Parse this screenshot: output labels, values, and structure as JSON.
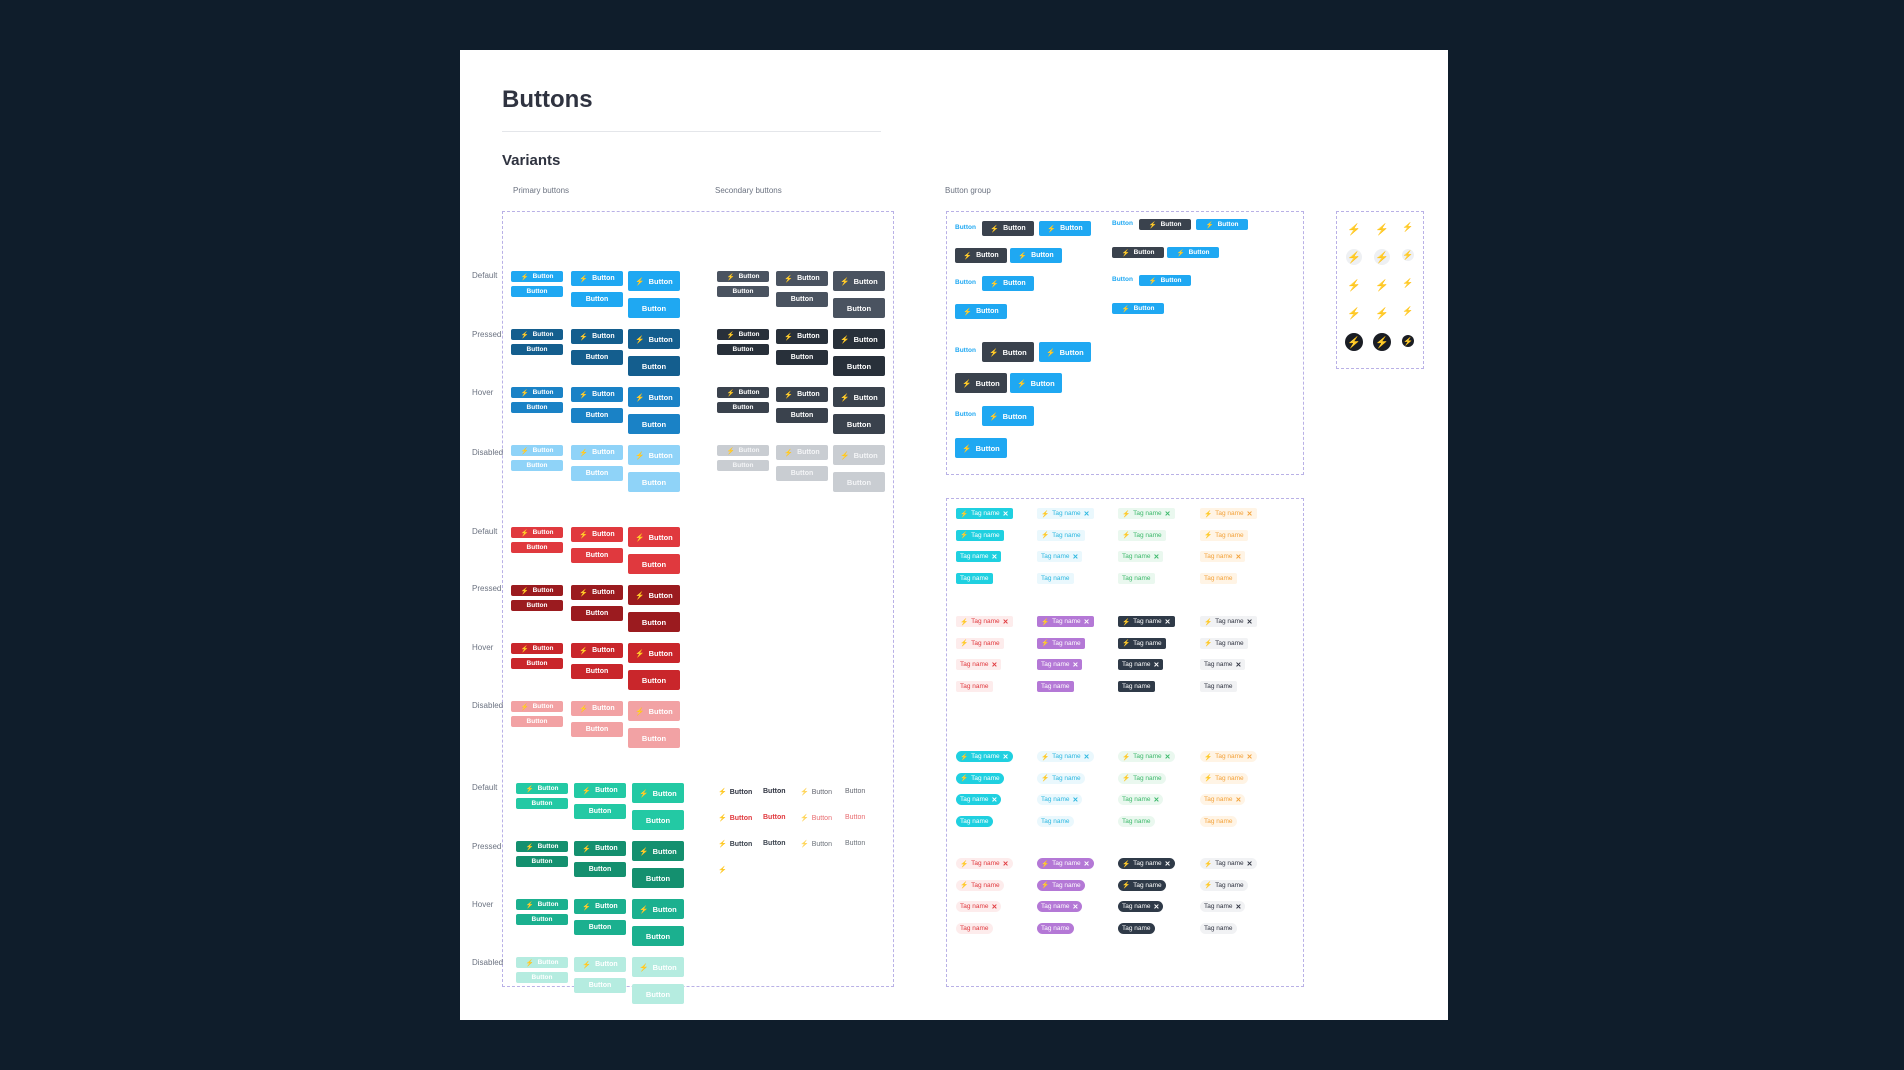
{
  "title": "Buttons",
  "subtitle": "Variants",
  "labels": {
    "primary": "Primary buttons",
    "secondary": "Secondary buttons",
    "group": "Button group"
  },
  "states": [
    "Default",
    "Pressed",
    "Hover",
    "Disabled"
  ],
  "button_label": "Button",
  "tag_label": "Tag name",
  "icons": {
    "bolt": "⚡",
    "close": "✕"
  },
  "colors": {
    "blue": [
      "#1fa8f2",
      "#145e8e",
      "#1a82c6",
      "#8fd3f8"
    ],
    "red": [
      "#e0393e",
      "#9b1b1f",
      "#c9262b",
      "#f2a2a4"
    ],
    "green": [
      "#23c9a4",
      "#14906f",
      "#1bb08f",
      "#b5ece0"
    ],
    "grey": [
      "#4a5360",
      "#28303a",
      "#3a424d",
      "#c9cdd2"
    ],
    "dark": "#3a424d",
    "tag_cyan": "#1fd0e0",
    "tag_cyan_light": "#2bb7e0",
    "tag_green_text": "#3cb96b",
    "tag_orange_text": "#f3a23a",
    "tag_red_text": "#e0393e",
    "tag_purple": "#b478d6",
    "tag_dark": "#2f3a48"
  }
}
